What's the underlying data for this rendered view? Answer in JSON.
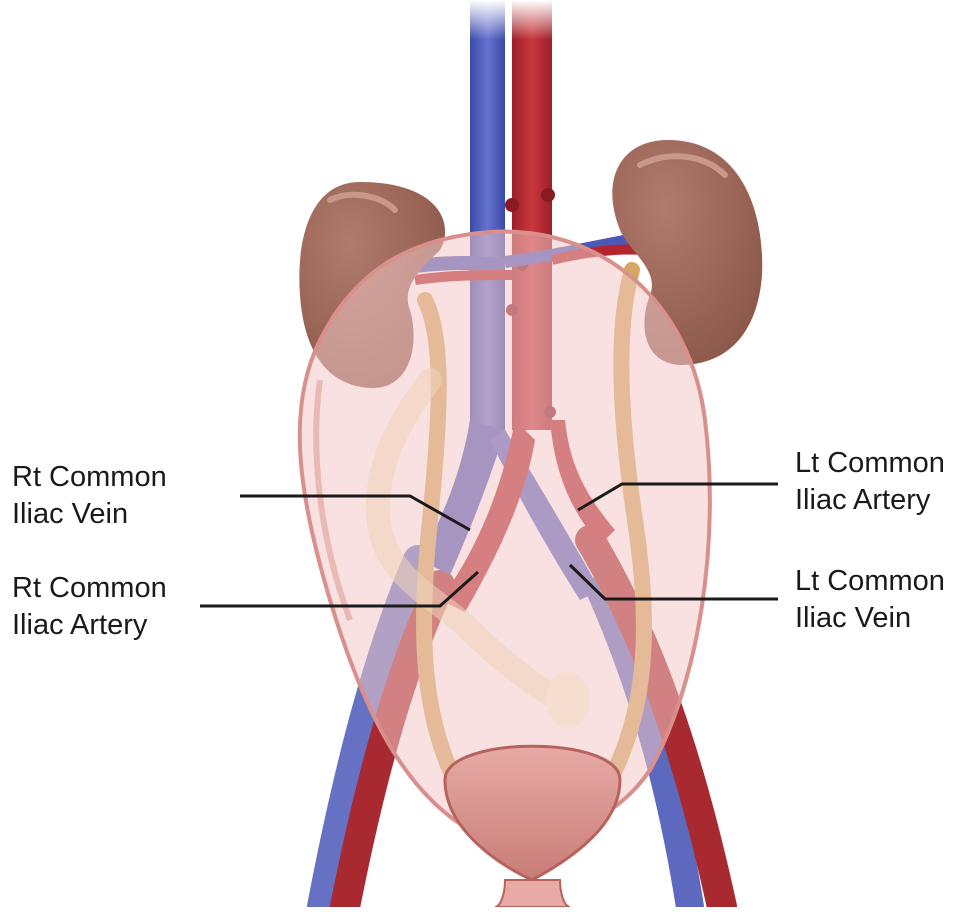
{
  "labels": {
    "rt_vein": {
      "line1": "Rt Common",
      "line2": "Iliac Vein"
    },
    "rt_artery": {
      "line1": "Rt Common",
      "line2": "Iliac Artery"
    },
    "lt_artery": {
      "line1": "Lt Common",
      "line2": "Iliac Artery"
    },
    "lt_vein": {
      "line1": "Lt Common",
      "line2": "Iliac Vein"
    }
  },
  "colors": {
    "artery": "#b3262e",
    "artery_light": "#d9676a",
    "vein": "#4b58b8",
    "kidney": "#9a6558",
    "kidney_highlight": "#c08a7e",
    "ureter": "#d4a862",
    "uterus_fill": "#f1c5c3",
    "uterus_stroke": "#d98f8c",
    "bladder": "#e4a39e",
    "leader": "#1a1a1a"
  },
  "icons": [
    "kidney-icon",
    "uterus-icon",
    "bladder-icon",
    "fetus-icon",
    "aorta-icon",
    "vena-cava-icon"
  ]
}
